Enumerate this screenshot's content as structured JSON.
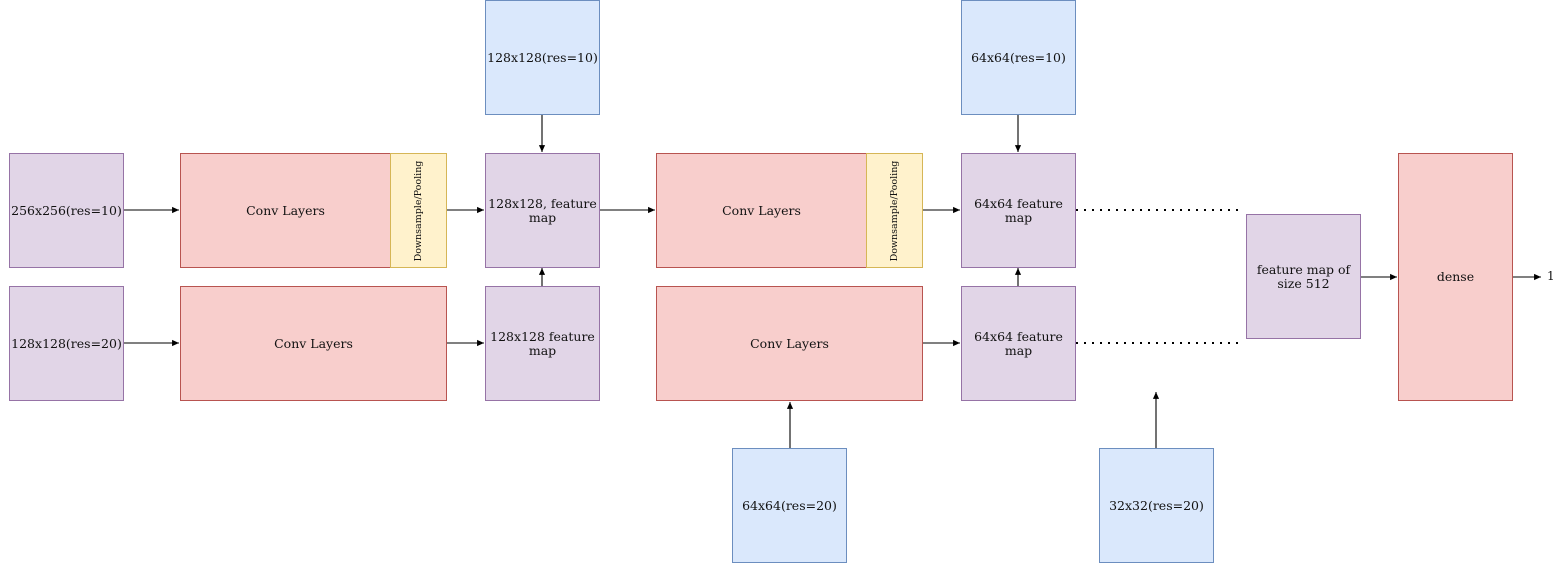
{
  "nodes": {
    "input_256_res10": "256x256(res=10)",
    "input_128_res20": "128x128(res=20)",
    "conv1_top": "Conv Layers",
    "downsample1": "Downsample/Pooling",
    "conv1_bottom": "Conv Layers",
    "input_128_res10": "128x128(res=10)",
    "fmap_128_top": "128x128, feature map",
    "fmap_128_bottom": "128x128 feature map",
    "conv2_top": "Conv Layers",
    "downsample2": "Downsample/Pooling",
    "conv2_bottom": "Conv Layers",
    "input_64_res20": "64x64(res=20)",
    "input_64_res10": "64x64(res=10)",
    "fmap_64_top": "64x64 feature map",
    "fmap_64_bottom": "64x64 feature map",
    "input_32_res20": "32x32(res=20)",
    "fmap_512": "feature map of size 512",
    "dense": "dense",
    "output": "1"
  },
  "colors": {
    "purple_fill": "#e1d5e7",
    "blue_fill": "#dae8fc",
    "red_fill": "#f8cecc",
    "yellow_fill": "#fff2cc"
  }
}
